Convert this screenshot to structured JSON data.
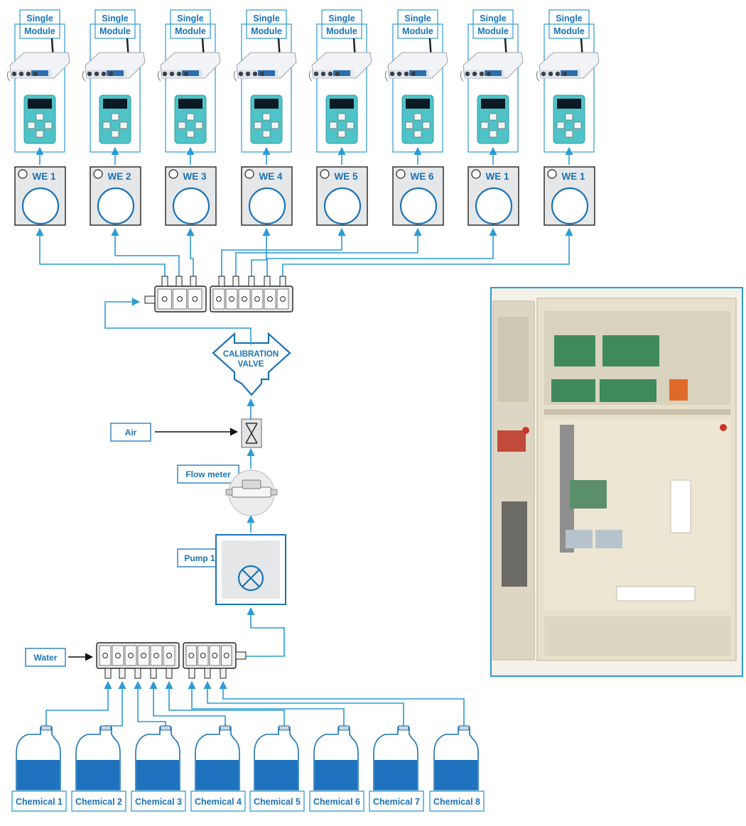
{
  "colors": {
    "blue": "#1a73b8",
    "flow": "#2b9bd6",
    "panel_gray": "#e6e7e9",
    "controller": "#4fc3c7",
    "chemical": "#1f72bd",
    "cabinet": "#e9e3d1"
  },
  "modules": [
    {
      "label": "Single Module"
    },
    {
      "label": "Single Module"
    },
    {
      "label": "Single Module"
    },
    {
      "label": "Single Module"
    },
    {
      "label": "Single Module"
    },
    {
      "label": "Single Module"
    },
    {
      "label": "Single Module"
    },
    {
      "label": "Single Module"
    }
  ],
  "cells": [
    {
      "label": "WE",
      "num": "1"
    },
    {
      "label": "WE",
      "num": "2"
    },
    {
      "label": "WE",
      "num": "3"
    },
    {
      "label": "WE",
      "num": "4"
    },
    {
      "label": "WE",
      "num": "5"
    },
    {
      "label": "WE",
      "num": "6"
    },
    {
      "label": "WE",
      "num": "1"
    },
    {
      "label": "WE",
      "num": "1"
    }
  ],
  "calibration_valve": {
    "line1": "CALIBRATION",
    "line2": "VALVE"
  },
  "air": {
    "label": "Air"
  },
  "flow_meter": {
    "label": "Flow meter"
  },
  "pump": {
    "label": "Pump",
    "num": "1"
  },
  "water": {
    "label": "Water"
  },
  "chemicals": [
    {
      "label": "Chemical",
      "num": "1"
    },
    {
      "label": "Chemical",
      "num": "2"
    },
    {
      "label": "Chemical",
      "num": "3"
    },
    {
      "label": "Chemical",
      "num": "4"
    },
    {
      "label": "Chemical",
      "num": "5"
    },
    {
      "label": "Chemical",
      "num": "6"
    },
    {
      "label": "Chemical",
      "num": "7"
    },
    {
      "label": "Chemical",
      "num": "8"
    }
  ]
}
